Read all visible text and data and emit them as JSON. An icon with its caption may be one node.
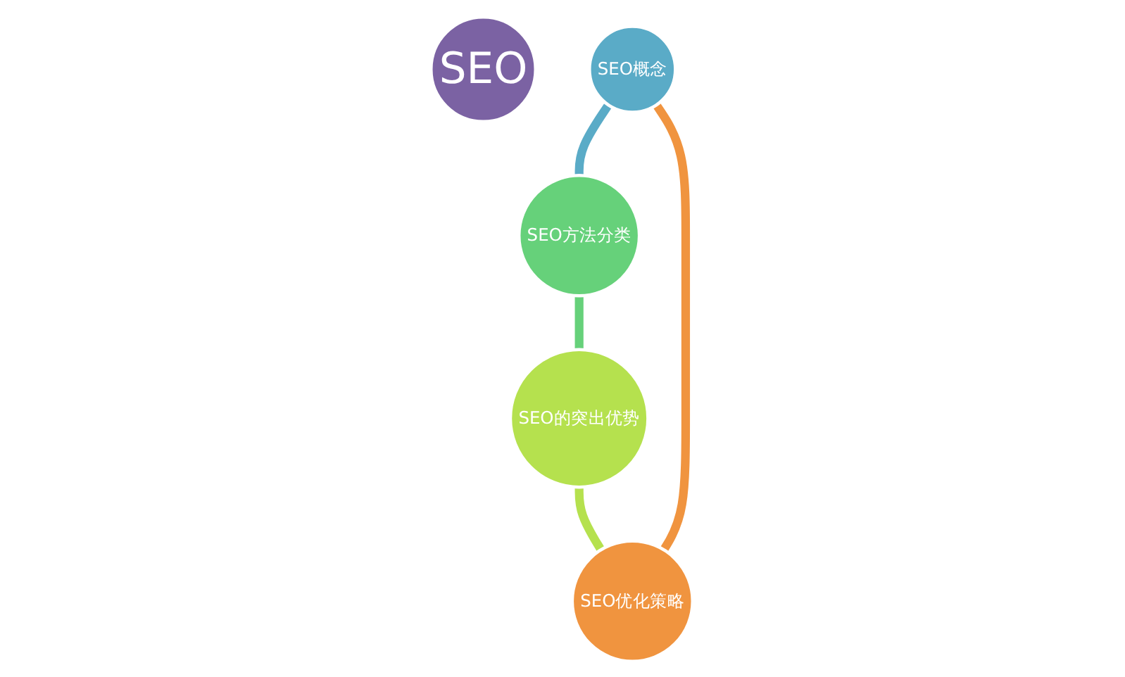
{
  "diagram": {
    "nodes": [
      {
        "text": [
          "SEO"
        ]
      },
      {
        "text": [
          "SEO概念"
        ]
      },
      {
        "text": [
          "SEO方法分类"
        ]
      },
      {
        "text": [
          "SEO的突出优势"
        ]
      },
      {
        "text": [
          "SEO优化策略"
        ]
      }
    ],
    "edges": [
      {
        "from": 1,
        "to": 2,
        "arrow": "none",
        "color": "#5aabc7"
      },
      {
        "from": 2,
        "to": 3,
        "arrow": "none",
        "color": "#66d17a"
      },
      {
        "from": 3,
        "to": 4,
        "arrow": "none",
        "color": "#b5e14e"
      },
      {
        "from": 4,
        "to": 1,
        "arrow": "none",
        "color": "#f0943f"
      }
    ]
  }
}
